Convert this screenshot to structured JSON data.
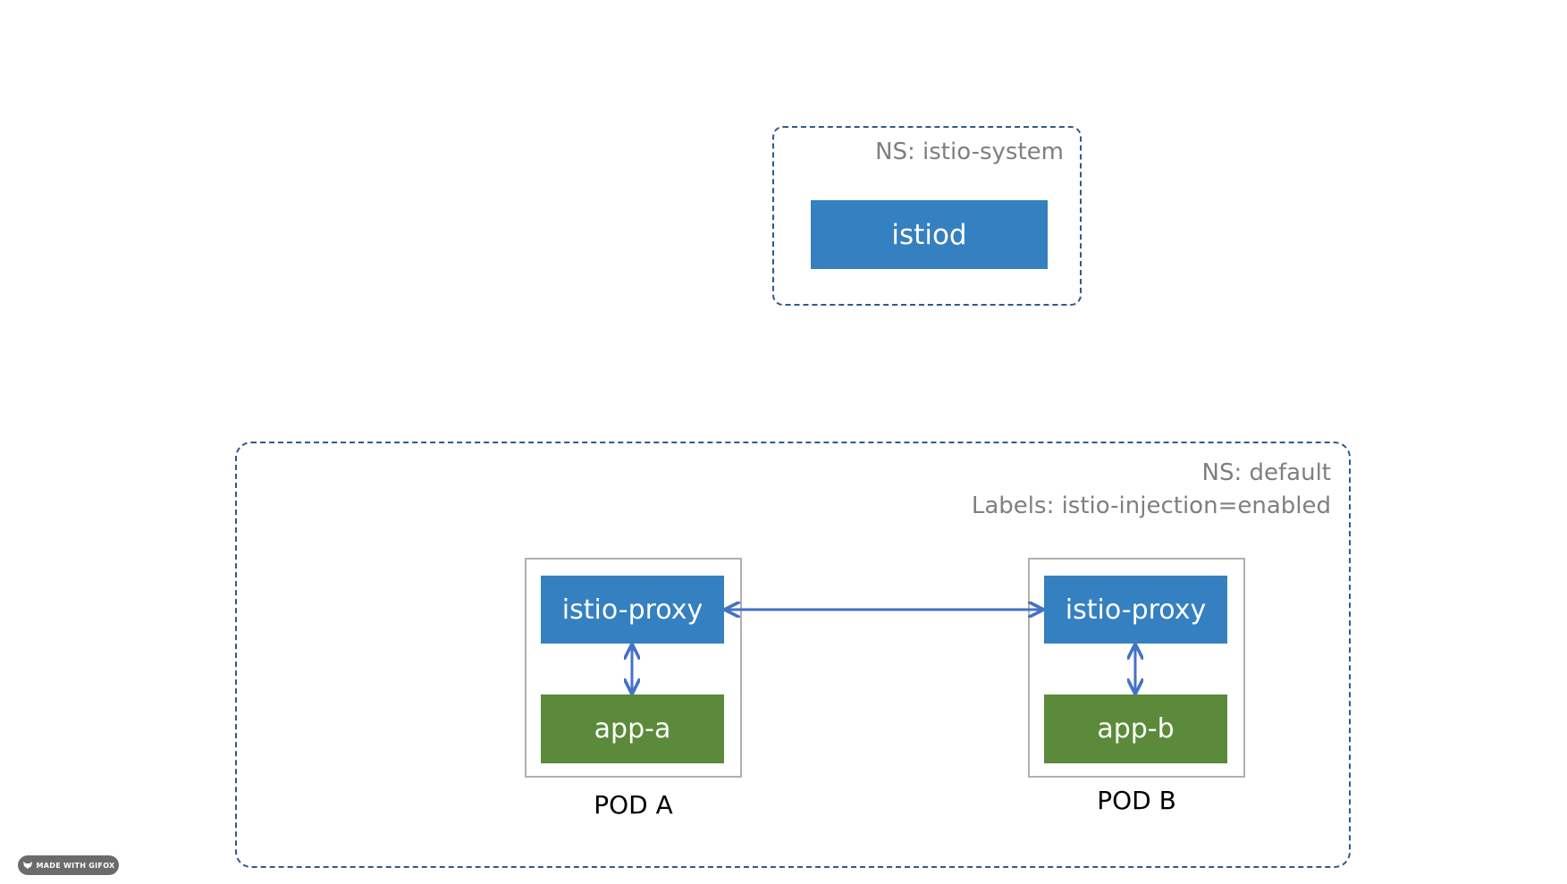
{
  "namespaces": {
    "system": {
      "label": "NS: istio-system",
      "component": "istiod"
    },
    "default": {
      "label": "NS: default",
      "labels_text": "Labels: istio-injection=enabled"
    }
  },
  "pods": [
    {
      "label": "POD A",
      "proxy": "istio-proxy",
      "app": "app-a"
    },
    {
      "label": "POD B",
      "proxy": "istio-proxy",
      "app": "app-b"
    }
  ],
  "badge": {
    "text": "MADE WITH GIFOX",
    "icon": "fox-icon"
  },
  "colors": {
    "proxy_blue": "#3580c0",
    "app_green": "#5b8a3a",
    "dashed_border": "#2f5a8a",
    "arrow": "#4472c4",
    "label_gray": "#7f7f7f"
  }
}
